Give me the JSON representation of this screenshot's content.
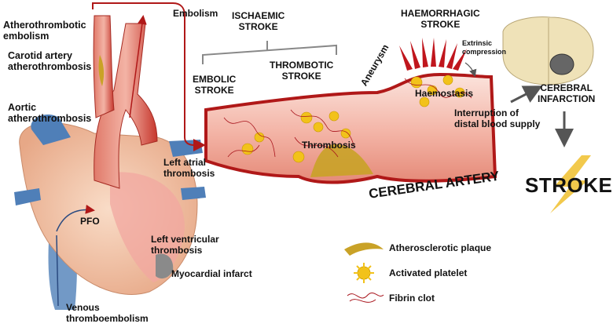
{
  "labels": {
    "atherothrombotic_embolism": "Atherothrombotic\nembolism",
    "carotid": "Carotid artery\natherothrombosis",
    "aortic": "Aortic\natherothrombosis",
    "embolism": "Embolism",
    "ischaemic": "ISCHAEMIC\nSTROKE",
    "embolic": "EMBOLIC\nSTROKE",
    "thrombotic": "THROMBOTIC\nSTROKE",
    "haemorrhagic": "HAEMORRHAGIC\nSTROKE",
    "aneurysm": "Aneurysm",
    "extrinsic": "Extrinsic\ncompression",
    "haemostasis": "Haemostasis",
    "thrombosis": "Thrombosis",
    "interruption": "Interruption of\ndistal blood supply",
    "cerebral_infarction": "CEREBRAL\nINFARCTION",
    "cerebral_artery": "CEREBRAL ARTERY",
    "stroke": "STROKE",
    "left_atrial": "Left atrial\nthrombosis",
    "pfo": "PFO",
    "left_ventricular": "Left ventricular\nthrombosis",
    "myocardial": "Myocardial infarct",
    "venous": "Venous\nthromboembolism"
  },
  "legend": {
    "plaque": "Atherosclerotic plaque",
    "platelet": "Activated platelet",
    "fibrin": "Fibrin clot"
  },
  "colors": {
    "artery_red": "#b01818",
    "artery_fill": "#f6c9c0",
    "heart_fill": "#f3c7a8",
    "vein_blue": "#4f7fb8",
    "plaque": "#c9a227",
    "platelet": "#f2c21a",
    "lightning": "#f2c94c",
    "brain": "#efe2b8",
    "arrow_gray": "#555555"
  }
}
